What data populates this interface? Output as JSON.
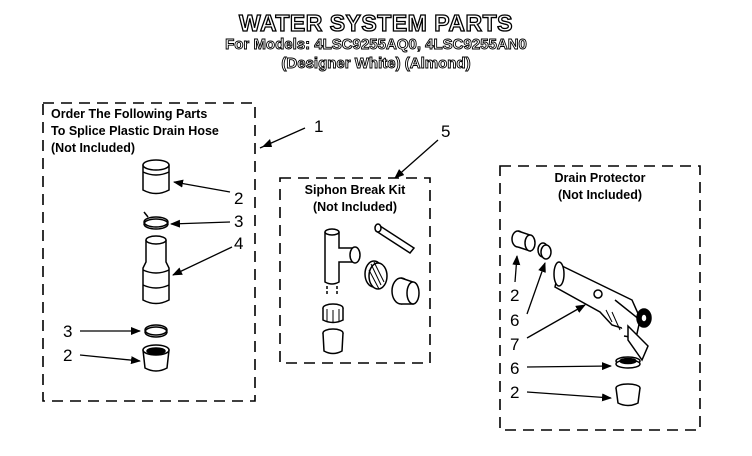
{
  "header": {
    "title": "WATER SYSTEM PARTS",
    "models_line": "For Models: 4LSC9255AQ0, 4LSC9255AN0",
    "finish_line": "(Designer White)   (Almond)"
  },
  "boxes": {
    "splice": {
      "line1": "Order The Following Parts",
      "line2": "To Splice Plastic Drain Hose",
      "line3": "(Not Included)"
    },
    "siphon": {
      "line1": "Siphon Break Kit",
      "line2": "(Not Included)"
    },
    "drain": {
      "line1": "Drain Protector",
      "line2": "(Not Included)"
    }
  },
  "callouts": {
    "splice_box": "1",
    "siphon_box": "5",
    "splice_coupler_top": "2",
    "splice_clamp_top": "3",
    "splice_connector": "4",
    "splice_clamp_bottom": "3",
    "splice_coupler_bottom": "2",
    "drain_coupler_top": "2",
    "drain_ring_top": "6",
    "drain_body": "7",
    "drain_ring_bottom": "6",
    "drain_coupler_bottom": "2"
  }
}
